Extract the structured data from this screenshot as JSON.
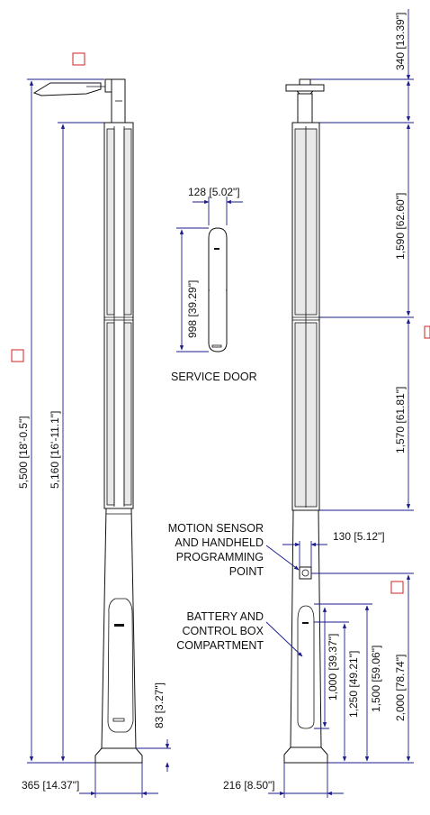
{
  "colors": {
    "dimension_line": "#1a1a8c",
    "outline": "#111111",
    "marker": "#d32020",
    "panel_fill": "#e9e9e9"
  },
  "dimensions": {
    "total_height": "5,500 [18'-0.5\"]",
    "pole_height": "5,160 [16'-11.1\"]",
    "head_height": "340 [13.39\"]",
    "upper_panel": "1,590 [62.60\"]",
    "lower_panel": "1,570 [61.81\"]",
    "sensor_height": "2,000 [78.74\"]",
    "compartment_top": "1,500 [59.06\"]",
    "compartment_mid": "1,250 [49.21\"]",
    "compartment_low": "1,000 [39.37\"]",
    "base_plate_height": "83 [3.27\"]",
    "base_width_left": "365 [14.37\"]",
    "base_width_right": "216 [8.50\"]",
    "sensor_offset": "130 [5.12\"]",
    "door_width": "128 [5.02\"]",
    "door_height": "998 [39.29\"]"
  },
  "labels": {
    "service_door": "SERVICE DOOR",
    "motion_line1": "MOTION SENSOR",
    "motion_line2": "AND HANDHELD",
    "motion_line3": "PROGRAMMING",
    "motion_line4": "POINT",
    "battery_line1": "BATTERY AND",
    "battery_line2": "CONTROL BOX",
    "battery_line3": "COMPARTMENT"
  }
}
